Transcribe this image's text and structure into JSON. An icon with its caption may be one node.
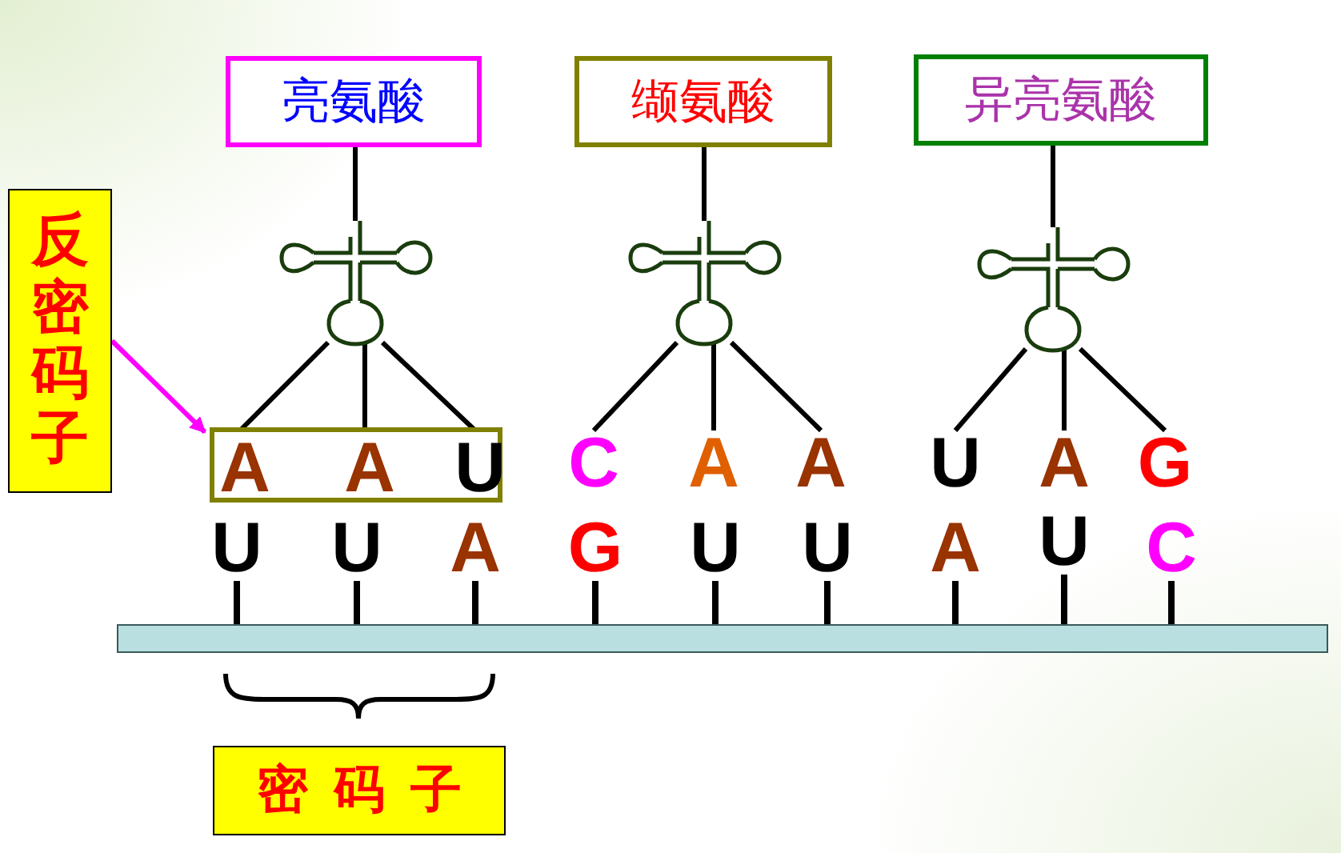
{
  "diagram": {
    "nodes": [
      {
        "text": [
          "亮氨酸"
        ]
      },
      {
        "text": [
          "缬氨酸"
        ]
      },
      {
        "text": [
          "异亮氨酸"
        ]
      },
      {
        "text": [],
        "shape": "picture"
      },
      {
        "text": [],
        "shape": "picture"
      },
      {
        "text": [],
        "shape": "picture"
      },
      {
        "text": [
          "反密码子"
        ]
      },
      {
        "text": [],
        "shape": "box"
      },
      {
        "text": [
          "A"
        ],
        "in": 7
      },
      {
        "text": [
          "A"
        ],
        "in": 7
      },
      {
        "text": [
          "U"
        ],
        "in": 7
      },
      {
        "text": [
          "C"
        ]
      },
      {
        "text": [
          "A"
        ]
      },
      {
        "text": [
          "A"
        ]
      },
      {
        "text": [
          "U"
        ]
      },
      {
        "text": [
          "A"
        ]
      },
      {
        "text": [
          "G"
        ]
      },
      {
        "text": [],
        "shape": "bar"
      },
      {
        "text": [
          "U"
        ]
      },
      {
        "text": [
          "U"
        ]
      },
      {
        "text": [
          "A"
        ]
      },
      {
        "text": [
          "G"
        ]
      },
      {
        "text": [
          "U"
        ]
      },
      {
        "text": [
          "U"
        ]
      },
      {
        "text": [
          "A"
        ]
      },
      {
        "text": [
          "U"
        ]
      },
      {
        "text": [
          "C"
        ]
      },
      {
        "text": [
          "密码子"
        ]
      }
    ],
    "edges": [
      {
        "from": 0,
        "to": 3,
        "arrow": "none"
      },
      {
        "from": 1,
        "to": 4,
        "arrow": "none"
      },
      {
        "from": 2,
        "to": 5,
        "arrow": "none"
      },
      {
        "from": 3,
        "to": 8,
        "arrow": "none"
      },
      {
        "from": 3,
        "to": 9,
        "arrow": "none"
      },
      {
        "from": 3,
        "to": 10,
        "arrow": "none"
      },
      {
        "from": 4,
        "to": 11,
        "arrow": "none"
      },
      {
        "from": 4,
        "to": 12,
        "arrow": "none"
      },
      {
        "from": 4,
        "to": 13,
        "arrow": "none"
      },
      {
        "from": 5,
        "to": 14,
        "arrow": "none"
      },
      {
        "from": 5,
        "to": 15,
        "arrow": "none"
      },
      {
        "from": 5,
        "to": 16,
        "arrow": "none"
      },
      {
        "from": 6,
        "to": 7,
        "arrow": "to",
        "color": "#ff00ff"
      },
      {
        "from": 18,
        "to": 17,
        "arrow": "none"
      },
      {
        "from": 19,
        "to": 17,
        "arrow": "none"
      },
      {
        "from": 20,
        "to": 17,
        "arrow": "none"
      },
      {
        "from": 21,
        "to": 17,
        "arrow": "none"
      },
      {
        "from": 22,
        "to": 17,
        "arrow": "none"
      },
      {
        "from": 23,
        "to": 17,
        "arrow": "none"
      },
      {
        "from": 24,
        "to": 17,
        "arrow": "none"
      },
      {
        "from": 25,
        "to": 17,
        "arrow": "none"
      },
      {
        "from": 26,
        "to": 17,
        "arrow": "none"
      }
    ]
  }
}
